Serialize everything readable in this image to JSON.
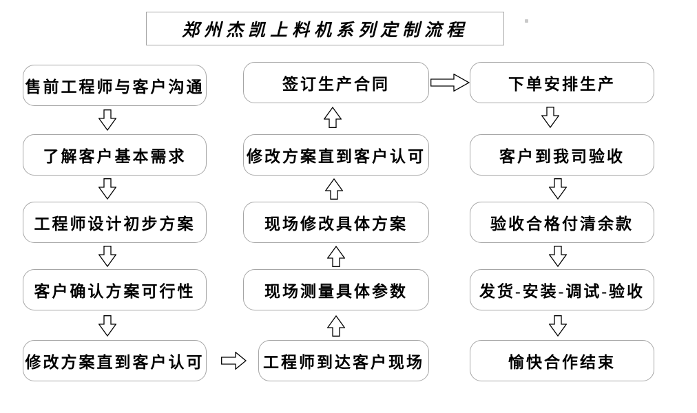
{
  "title": "郑州杰凯上料机系列定制流程",
  "columns": {
    "left": [
      "售前工程师与客户沟通",
      "了解客户基本需求",
      "工程师设计初步方案",
      "客户确认方案可行性",
      "修改方案直到客户认可"
    ],
    "middle": [
      "签订生产合同",
      "修改方案直到客户认可",
      "现场修改具体方案",
      "现场测量具体参数",
      "工程师到达客户现场"
    ],
    "right": [
      "下单安排生产",
      "客户到我司验收",
      "验收合格付清余款",
      "发货-安装-调试-验收",
      "愉快合作结束"
    ]
  },
  "flow_arrows": {
    "left_column_direction": "down",
    "middle_column_direction": "up",
    "right_column_direction": "down",
    "cross_links": [
      "修改方案直到客户认可 → 工程师到达客户现场",
      "签订生产合同 → 下单安排生产"
    ],
    "icons": [
      "arrow-down-icon",
      "arrow-up-icon",
      "arrow-right-icon"
    ]
  },
  "colors": {
    "background": "#ffffff",
    "box_border": "#a6a6a6",
    "text": "#000000",
    "arrow_outline": "#000000"
  }
}
